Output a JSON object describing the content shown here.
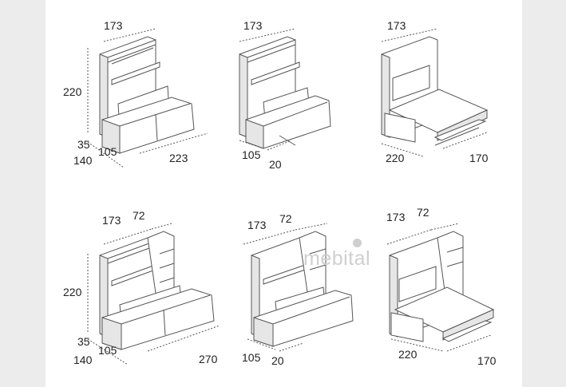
{
  "watermark": "mebital",
  "diagrams": [
    {
      "id": "sofa-223",
      "width": "173",
      "height": "220",
      "depth_small": "35",
      "depth_mid": "105",
      "depth_total": "140",
      "length": "223"
    },
    {
      "id": "armchair-compact",
      "width": "173",
      "front": "105",
      "extra": "20"
    },
    {
      "id": "bed-open",
      "width": "173",
      "bed_length": "220",
      "bed_width": "170"
    },
    {
      "id": "sofa-270-shelf",
      "width": "173",
      "shelf": "72",
      "height": "220",
      "depth_small": "35",
      "depth_mid": "105",
      "depth_total": "140",
      "length": "270"
    },
    {
      "id": "armchair-shelf",
      "width": "173",
      "shelf": "72",
      "front": "105",
      "extra": "20"
    },
    {
      "id": "bed-open-shelf",
      "width": "173",
      "shelf": "72",
      "bed_length": "220",
      "bed_width": "170"
    }
  ]
}
